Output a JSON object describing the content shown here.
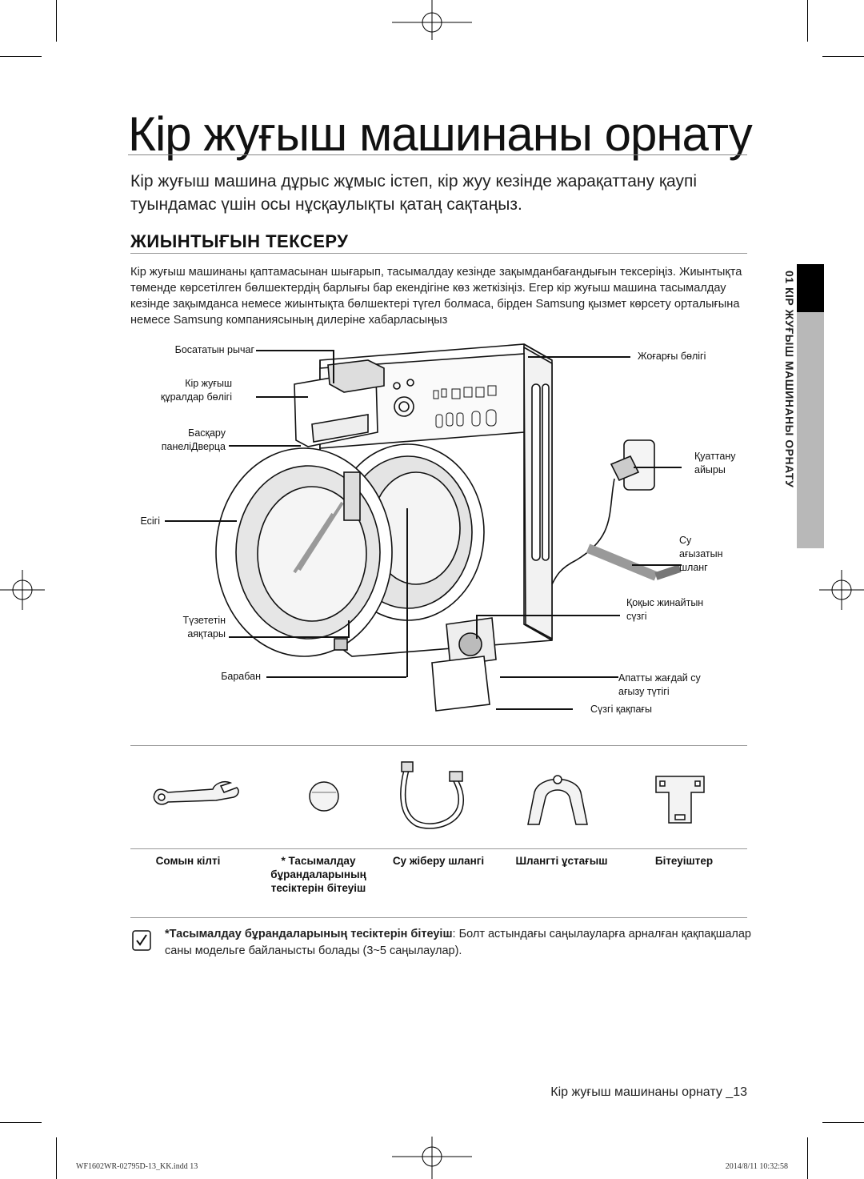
{
  "page": {
    "title": "Кір жуғыш машинаны орнату",
    "intro": "Кір жуғыш машина дұрыс жұмыс істеп, кір жуу кезінде жарақаттану қаупі туындамас үшін осы нұсқаулықты қатаң сақтаңыз.",
    "section_heading": "ЖИЫНТЫҒЫН ТЕКСЕРУ",
    "section_body": "Кір жуғыш машинаны қаптамасынан шығарып, тасымалдау кезінде зақымданбағандығын тексеріңіз. Жиынтықта төменде көрсетілген бөлшектердің барлығы бар екендігіне көз жеткізіңіз. Егер кір жуғыш машина тасымалдау кезінде зақымданса немесе жиынтықта бөлшектері түгел болмаса, бірден Samsung қызмет көрсету орталығына немесе Samsung компаниясының дилеріне хабарласыңыз",
    "side_tab": "01 КІР ЖУҒЫШ МАШИНАНЫ ОРНАТУ"
  },
  "diagram": {
    "labels": {
      "release_lever": "Босататын рычаг",
      "detergent_drawer": "Кір жуғыш\nқұралдар бөлігі",
      "control_panel": "Басқару\nпанеліДверца",
      "door": "Есігі",
      "leveling_feet": "Түзететін\nаяқтары",
      "drum": "Барабан",
      "worktop": "Жоғарғы бөлігі",
      "power_plug": "Қуаттану\nайыры",
      "drain_hose": "Су\nағызатын\nшланг",
      "debris_filter": "Қоқыс жинайтын\nсүзгі",
      "emergency_drain": "Апатты жағдай су\nағызу түтігі",
      "filter_cover": "Сүзгі қақпағы"
    }
  },
  "accessories": [
    {
      "label": "Сомын кілті",
      "icon": "spanner-icon"
    },
    {
      "label": "* Тасымалдау\nбұрандаларының\nтесіктерін бітеуіш",
      "icon": "bolt-cap-icon"
    },
    {
      "label": "Су жіберу шлангі",
      "icon": "water-hose-icon"
    },
    {
      "label": "Шлангті ұстағыш",
      "icon": "hose-guide-icon"
    },
    {
      "label": "Бітеуіштер",
      "icon": "holder-icon"
    }
  ],
  "note": {
    "bold": "*Тасымалдау бұрандаларының тесіктерін бітеуіш",
    "text": ": Болт астындағы саңылауларға арналған қақпақшалар саны модельге байланысты болады (3~5 саңылаулар).",
    "icon": "note-icon"
  },
  "footer": {
    "title": "Кір жуғыш машинаны орнату _13",
    "slug_left": "WF1602WR-02795D-13_KK.indd   13",
    "slug_right": "2014/8/11   10:32:58"
  }
}
